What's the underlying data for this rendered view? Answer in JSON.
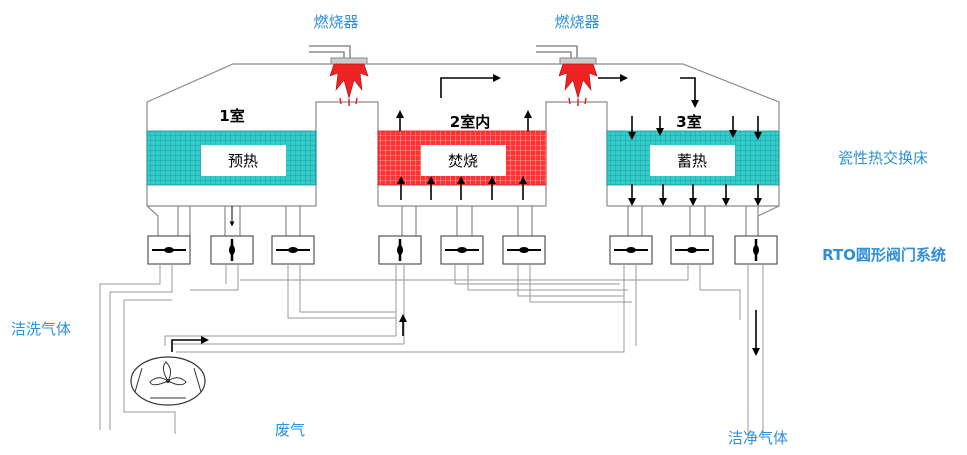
{
  "labels": {
    "burner_left": "燃烧器",
    "burner_right": "燃烧器",
    "chamber_1": "1室",
    "chamber_2": "2室内",
    "chamber_3": "3室",
    "bed_1": "预热",
    "bed_2": "焚烧",
    "bed_3": "蓄热",
    "ceramic_bed": "瓷性热交换床",
    "valve_system": "RTO圆形阀门系统",
    "purge_gas": "洁洗气体",
    "waste_gas": "废气",
    "clean_gas": "洁净气体"
  },
  "colors": {
    "label_blue": "#2f8fd8",
    "bed_preheat": "#33cccc",
    "bed_combustion": "#ff3333",
    "bed_storage": "#33cccc",
    "flame": "#ee2222",
    "frame_line": "#8a8a8a"
  }
}
